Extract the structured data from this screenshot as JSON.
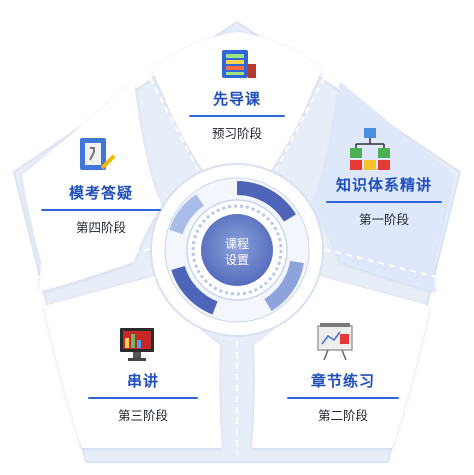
{
  "center": {
    "line1": "课程",
    "line2": "设置"
  },
  "segments": [
    {
      "id": "preview",
      "title": "先导课",
      "stage": "预习阶段",
      "icon": "spreadsheet-icon",
      "highlighted": false
    },
    {
      "id": "knowledge",
      "title": "知识体系精讲",
      "stage": "第一阶段",
      "icon": "hierarchy-icon",
      "highlighted": true
    },
    {
      "id": "chapter",
      "title": "章节练习",
      "stage": "第二阶段",
      "icon": "presentation-board-icon",
      "highlighted": false
    },
    {
      "id": "review",
      "title": "串讲",
      "stage": "第三阶段",
      "icon": "monitor-chart-icon",
      "highlighted": false
    },
    {
      "id": "exam",
      "title": "模考答疑",
      "stage": "第四阶段",
      "icon": "document-pen-icon",
      "highlighted": false
    }
  ],
  "colors": {
    "panel": "#ffffff",
    "panel_highlight": "#dfe7fb",
    "road": "#e6ecf6",
    "title": "#1f4fbf",
    "rule": "#2f67d8",
    "hub_dark": "#5b73c4",
    "hub_light": "#a9bde8"
  }
}
